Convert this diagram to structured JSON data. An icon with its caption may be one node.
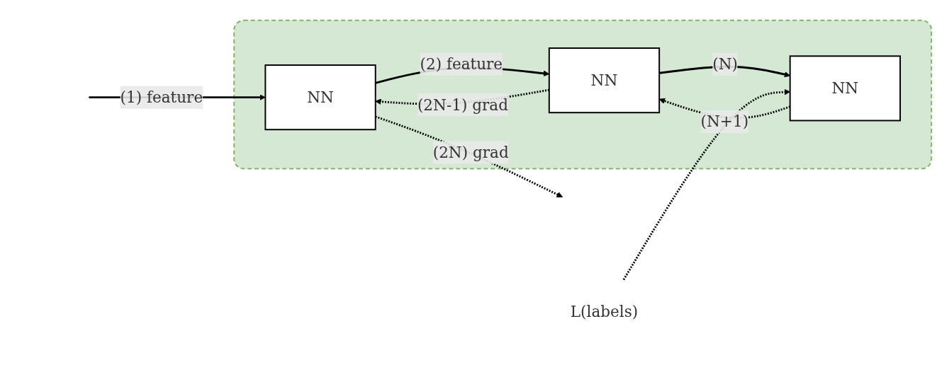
{
  "diagram": {
    "nodes": [
      {
        "text": [],
        "shape": "box"
      },
      {
        "text": [
          "NN"
        ],
        "in": 0
      },
      {
        "text": [
          "NN"
        ],
        "in": 0
      },
      {
        "text": [
          "NN"
        ],
        "in": 0
      },
      {
        "text": [
          "L(labels)"
        ]
      }
    ],
    "edges": [
      {
        "from": null,
        "to": 1,
        "arrow": "to",
        "label": "(1) feature"
      },
      {
        "from": 1,
        "to": 2,
        "arrow": "to",
        "label": "(2) feature"
      },
      {
        "from": 2,
        "to": 3,
        "arrow": "to",
        "label": "(N)"
      },
      {
        "from": 4,
        "to": 3,
        "arrow": "to",
        "style": "dashed"
      },
      {
        "from": 3,
        "to": 2,
        "arrow": "to",
        "style": "dashed",
        "label": "(N+1)"
      },
      {
        "from": 2,
        "to": 1,
        "arrow": "to",
        "style": "dashed",
        "label": "(2N-1) grad"
      },
      {
        "from": 1,
        "to": null,
        "arrow": "to",
        "style": "dashed",
        "label": "(2N) grad"
      }
    ]
  }
}
